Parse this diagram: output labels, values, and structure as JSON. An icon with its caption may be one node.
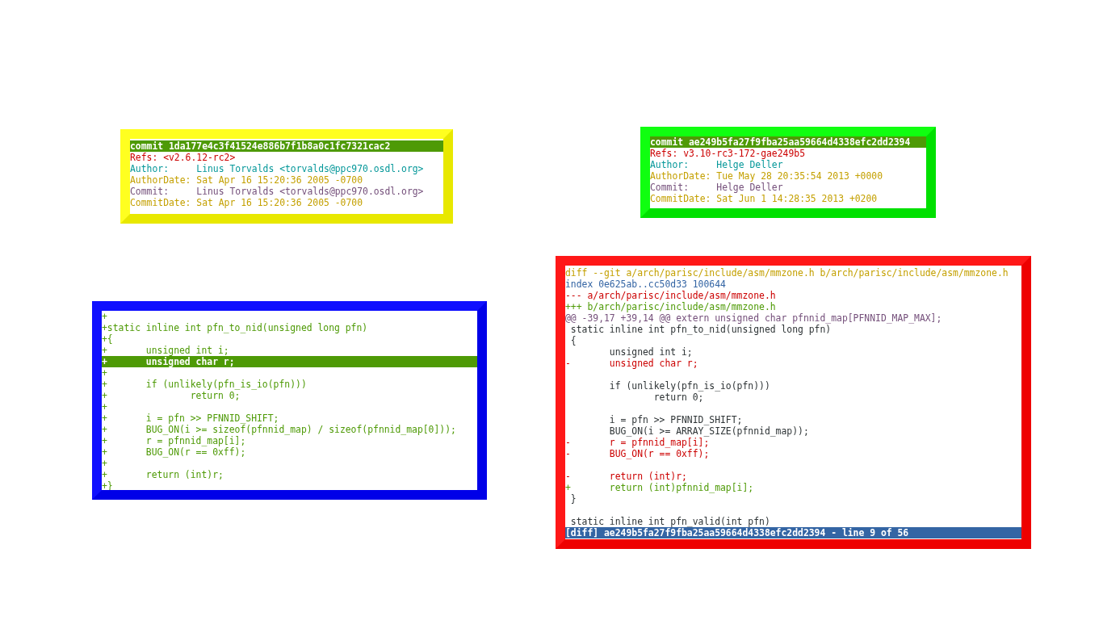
{
  "diagram": {
    "nodes": [
      {
        "text": [
          "commit 1da177e4c3f41524e886b7f1b8a0c1fc7321cac2",
          "Refs: <v2.6.12-rc2>",
          "Author:     Linus Torvalds <torvalds@ppc970.osdl.org>",
          "AuthorDate: Sat Apr 16 15:20:36 2005 -0700",
          "Commit:     Linus Torvalds <torvalds@ppc970.osdl.org>",
          "CommitDate: Sat Apr 16 15:20:36 2005 -0700"
        ]
      },
      {
        "text": [
          "commit ae249b5fa27f9fba25aa59664d4338efc2dd2394",
          "Refs: v3.10-rc3-172-gae249b5",
          "Author:     Helge Deller",
          "AuthorDate: Tue May 28 20:35:54 2013 +0000",
          "Commit:     Helge Deller",
          "CommitDate: Sat Jun 1 14:28:35 2013 +0200"
        ]
      },
      {
        "text": [
          "+",
          "+static inline int pfn_to_nid(unsigned long pfn)",
          "+{",
          "+       unsigned int i;",
          "+       unsigned char r;",
          "+",
          "+       if (unlikely(pfn_is_io(pfn)))",
          "+               return 0;",
          "+",
          "+       i = pfn >> PFNNID_SHIFT;",
          "+       BUG_ON(i >= sizeof(pfnnid_map) / sizeof(pfnnid_map[0]));",
          "+       r = pfnnid_map[i];",
          "+       BUG_ON(r == 0xff);",
          "+",
          "+       return (int)r;",
          "+}"
        ]
      },
      {
        "text": [
          "diff --git a/arch/parisc/include/asm/mmzone.h b/arch/parisc/include/asm/mmzone.h",
          "index 0e625ab..cc50d33 100644",
          "--- a/arch/parisc/include/asm/mmzone.h",
          "+++ b/arch/parisc/include/asm/mmzone.h",
          "@@ -39,17 +39,14 @@ extern unsigned char pfnnid_map[PFNNID_MAP_MAX];",
          " static inline int pfn_to_nid(unsigned long pfn)",
          " {",
          "        unsigned int i;",
          "-       unsigned char r;",
          "        if (unlikely(pfn_is_io(pfn)))",
          "                return 0;",
          "        i = pfn >> PFNNID_SHIFT;",
          "        BUG_ON(i >= ARRAY_SIZE(pfnnid_map));",
          "-       r = pfnnid_map[i];",
          "-       BUG_ON(r == 0xff);",
          "-       return (int)r;",
          "+       return (int)pfnnid_map[i];",
          " }",
          " static inline int pfn_valid(int pfn)",
          "[diff] ae249b5fa27f9fba25aa59664d4338efc2dd2394 - line 9 of 56"
        ]
      }
    ]
  }
}
